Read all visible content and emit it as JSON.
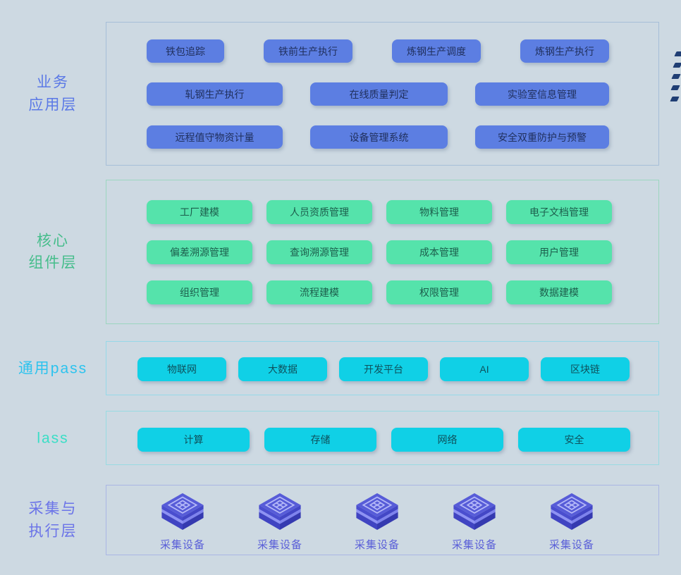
{
  "background": "#cdd9e2",
  "edge_decoration": {
    "color": "#1f3e74",
    "dash_count": 5
  },
  "device_icon_colors": {
    "top": "#575cd8",
    "side_left": "#4a4ecf",
    "side_right": "#4347c6",
    "band_left": "#8e92f4",
    "band_right": "#7e83ee",
    "base_left": "#4044c2",
    "base_right": "#353ab0",
    "glyph": "#b6baf8"
  },
  "layers": [
    {
      "id": "business-application",
      "label_lines": [
        "业务",
        "应用层"
      ],
      "label_color": "#5b79e6",
      "border_color": "#a6bed8",
      "button_bg": "#5c7ee2",
      "button_text_color": "#20305e",
      "rows": [
        [
          "铁包追踪",
          "铁前生产执行",
          "炼钢生产调度",
          "炼钢生产执行"
        ],
        [
          "轧钢生产执行",
          "在线质量判定",
          "实验室信息管理"
        ],
        [
          "远程值守物资计量",
          "设备管理系统",
          "安全双重防护与预警"
        ]
      ]
    },
    {
      "id": "core-components",
      "label_lines": [
        "核心",
        "组件层"
      ],
      "label_color": "#45bd8b",
      "border_color": "#9cd6c0",
      "button_bg": "#55e3ab",
      "button_text_color": "#1c5e4c",
      "rows": [
        [
          "工厂建模",
          "人员资质管理",
          "物料管理",
          "电子文档管理"
        ],
        [
          "偏差溯源管理",
          "查询溯源管理",
          "成本管理",
          "用户管理"
        ],
        [
          "组织管理",
          "流程建模",
          "权限管理",
          "数据建模"
        ]
      ]
    },
    {
      "id": "common-paas",
      "label_lines": [
        "通用pass"
      ],
      "label_color": "#2cc3ee",
      "border_color": "#96d8e8",
      "button_bg": "#10d0e6",
      "button_text_color": "#0e515c",
      "rows": [
        [
          "物联网",
          "大数据",
          "开发平台",
          "AI",
          "区块链"
        ]
      ]
    },
    {
      "id": "iaas",
      "label_lines": [
        "lass"
      ],
      "label_color": "#39dec6",
      "border_color": "#98dbe2",
      "button_bg": "#10d0e6",
      "button_text_color": "#0e515c",
      "rows": [
        [
          "计算",
          "存储",
          "网络",
          "安全"
        ]
      ]
    },
    {
      "id": "collection-execution",
      "label_lines": [
        "采集与",
        "执行层"
      ],
      "label_color": "#6b74e8",
      "border_color": "#aab6e4",
      "device_label_color": "#5a5fd8",
      "devices": [
        "采集设备",
        "采集设备",
        "采集设备",
        "采集设备",
        "采集设备"
      ]
    }
  ]
}
